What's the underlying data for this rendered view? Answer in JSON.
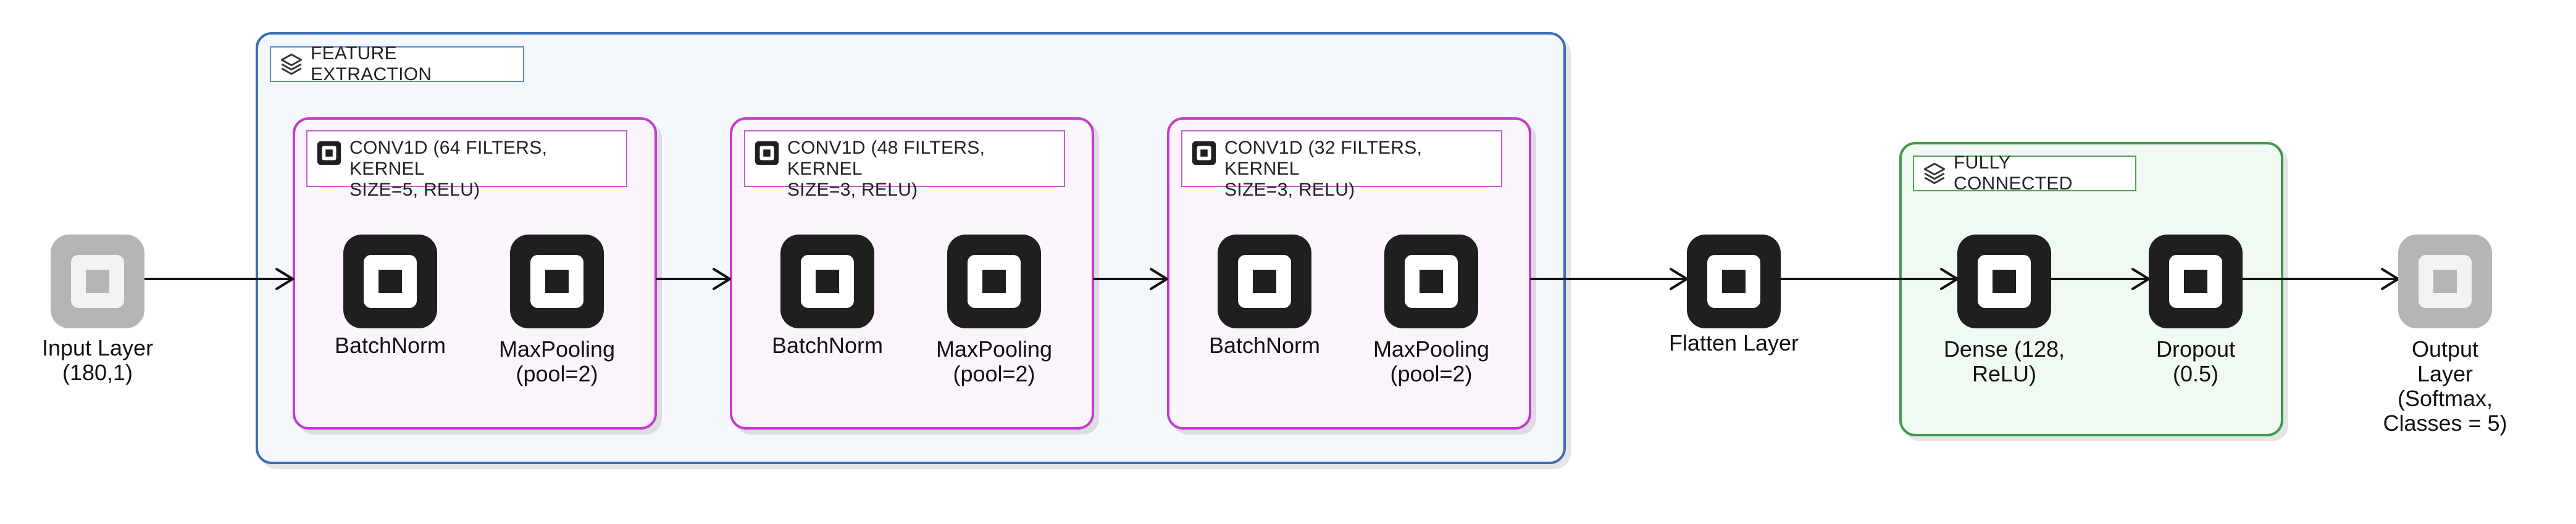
{
  "groups": {
    "feature_extraction": "FEATURE EXTRACTION",
    "fully_connected": "FULLY CONNECTED",
    "conv1": "CONV1D (64 FILTERS, KERNEL\nSIZE=5, RELU)",
    "conv2": "CONV1D (48 FILTERS, KERNEL\nSIZE=3, RELU)",
    "conv3": "CONV1D (32 FILTERS, KERNEL\nSIZE=3, RELU)"
  },
  "nodes": {
    "input": "Input Layer\n(180,1)",
    "batchnorm1": "BatchNorm",
    "maxpool1": "MaxPooling\n(pool=2)",
    "batchnorm2": "BatchNorm",
    "maxpool2": "MaxPooling\n(pool=2)",
    "batchnorm3": "BatchNorm",
    "maxpool3": "MaxPooling\n(pool=2)",
    "flatten": "Flatten Layer",
    "dense": "Dense (128,\nReLU)",
    "dropout": "Dropout\n(0.5)",
    "output": "Output\nLayer\n(Softmax,\nClasses = 5)"
  },
  "colors": {
    "feature_border": "#3f6db5",
    "fc_border": "#3e9a4b",
    "conv_border": "#c33ccc",
    "node_dark": "#1f1f1f",
    "node_io": "#b5b5b5"
  }
}
